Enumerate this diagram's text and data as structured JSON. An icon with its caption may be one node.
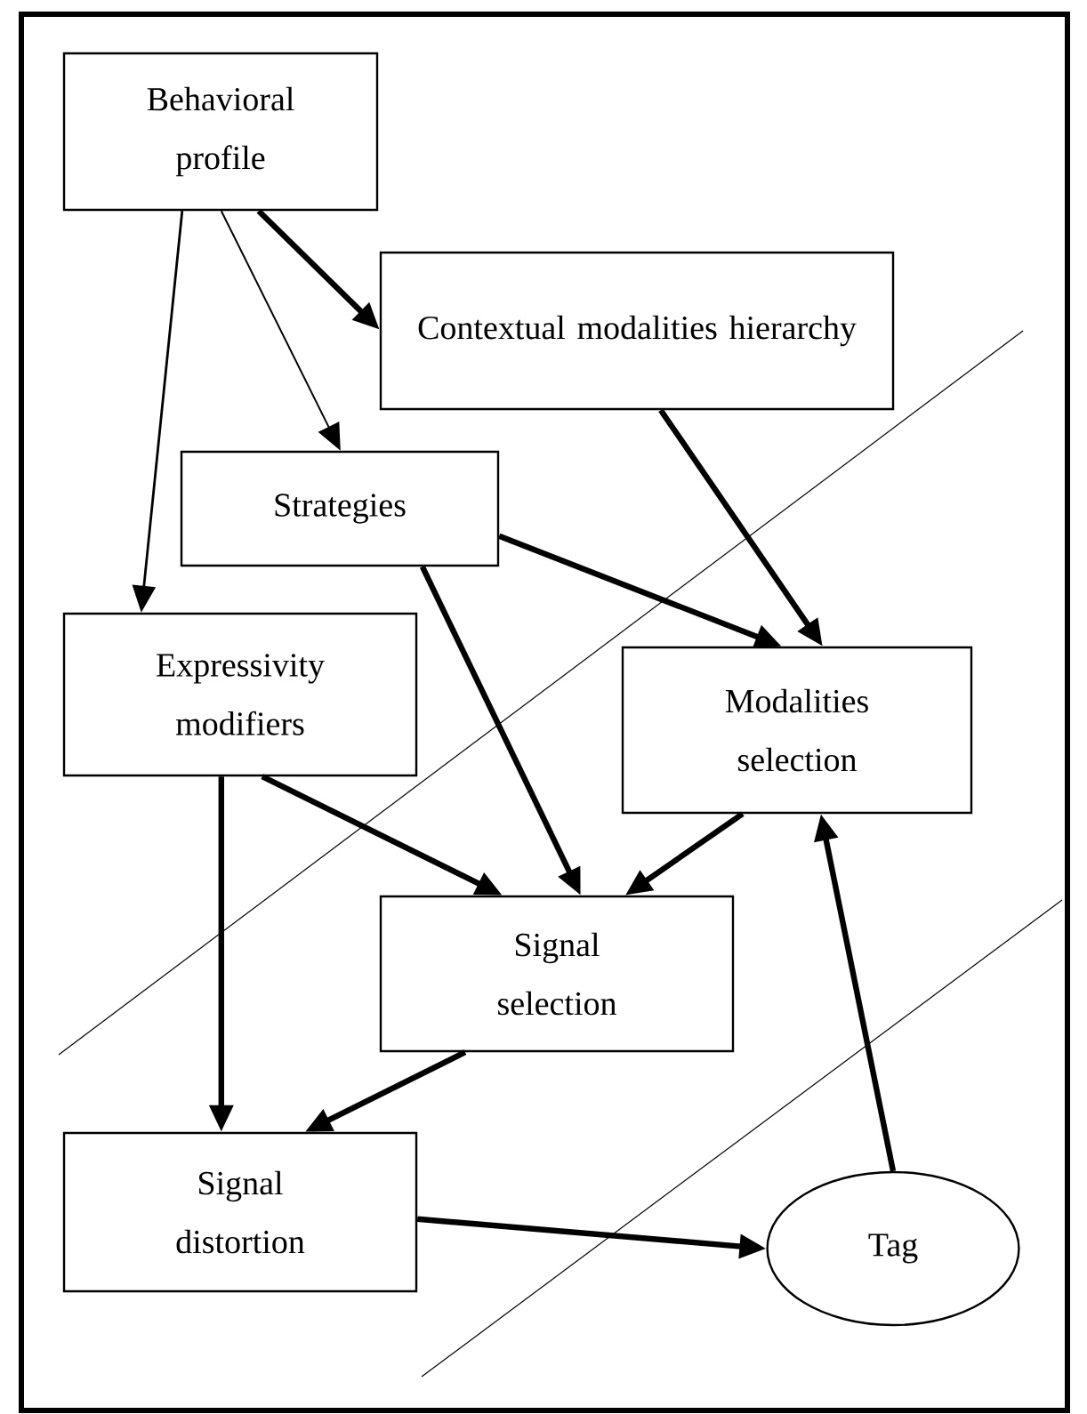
{
  "diagram": {
    "nodes": [
      {
        "text": [
          "Behavioral profile"
        ]
      },
      {
        "text": [
          "Contextual modalities hierarchy"
        ]
      },
      {
        "text": [
          "Strategies"
        ]
      },
      {
        "text": [
          "Expressivity modifiers"
        ]
      },
      {
        "text": [
          "Modalities selection"
        ]
      },
      {
        "text": [
          "Signal selection"
        ]
      },
      {
        "text": [
          "Signal distortion"
        ]
      },
      {
        "text": [
          "Tag"
        ]
      }
    ],
    "edges": [
      {
        "from": 0,
        "to": 1,
        "arrow": "to"
      },
      {
        "from": 0,
        "to": 2,
        "arrow": "to"
      },
      {
        "from": 0,
        "to": 3,
        "arrow": "to"
      },
      {
        "from": 1,
        "to": 4,
        "arrow": "to"
      },
      {
        "from": 2,
        "to": 4,
        "arrow": "to"
      },
      {
        "from": 2,
        "to": 5,
        "arrow": "to"
      },
      {
        "from": 3,
        "to": 5,
        "arrow": "to"
      },
      {
        "from": 3,
        "to": 6,
        "arrow": "to"
      },
      {
        "from": 4,
        "to": 5,
        "arrow": "to"
      },
      {
        "from": 5,
        "to": 6,
        "arrow": "to"
      },
      {
        "from": 6,
        "to": 7,
        "arrow": "to"
      },
      {
        "from": 7,
        "to": 4,
        "arrow": "to"
      }
    ]
  }
}
